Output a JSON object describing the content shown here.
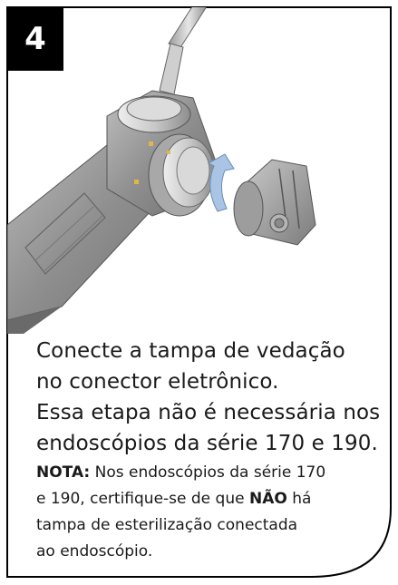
{
  "step": {
    "number": "4"
  },
  "instructions": {
    "line1": "Conecte a tampa de vedação",
    "line2": "no conector eletrônico.",
    "line3": "Essa etapa não é necessária nos",
    "line4": "endoscópios da série 170 e 190."
  },
  "note": {
    "label": "NOTA:",
    "line1_rest": " Nos endoscópios da série 170",
    "line2_before": "e 190, certifique-se de que ",
    "line2_emph": "NÃO",
    "line2_after": " há",
    "line3": "tampa de esterilização conectada",
    "line4": "ao endoscópio."
  },
  "colors": {
    "badge": "#000000",
    "arrow": "#a9c4e4",
    "frame": "#000000"
  }
}
